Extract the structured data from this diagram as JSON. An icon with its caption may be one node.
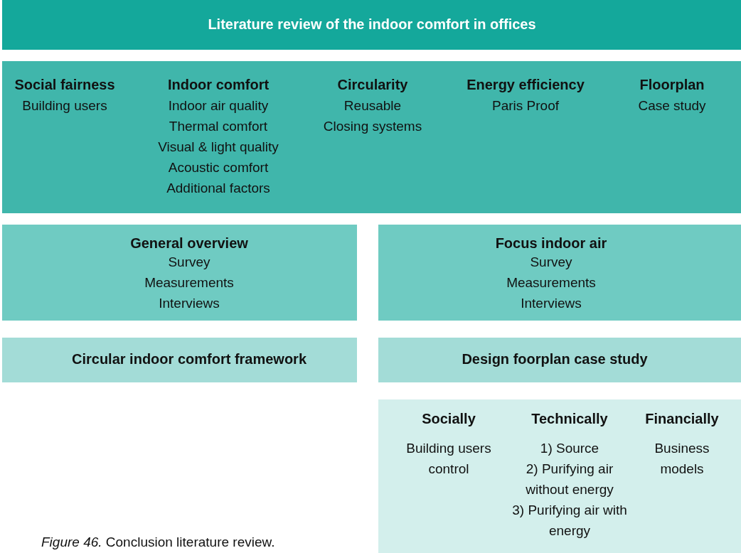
{
  "diagram": {
    "nodes": [
      {
        "text": [
          "Literature review of the indoor comfort in offices"
        ]
      },
      {
        "text": [
          "Social fairness",
          "Building users",
          "Indoor comfort",
          "Indoor air quality",
          "Thermal comfort",
          "Visual & light quality",
          "Acoustic comfort",
          "Additional factors",
          "Circularity",
          "Reusable",
          "Closing systems",
          "Energy efficiency",
          "Paris Proof",
          "Floorplan",
          "Case study"
        ]
      },
      {
        "text": [
          "General overview",
          "Survey",
          "Measurements",
          "Interviews"
        ]
      },
      {
        "text": [
          "Focus indoor air",
          "Survey",
          "Measurements",
          "Interviews"
        ]
      },
      {
        "text": [
          "Circular indoor comfort framework"
        ]
      },
      {
        "text": [
          "Design foorplan case study"
        ]
      },
      {
        "text": [
          "Socially",
          "Building users control",
          "Technically",
          "1) Source",
          "2) Purifying air without energy",
          "3) Purifying air with energy",
          "Financially",
          "Business models"
        ]
      }
    ],
    "edges": [],
    "caption": "*Figure 46.* Conclusion literature review."
  }
}
